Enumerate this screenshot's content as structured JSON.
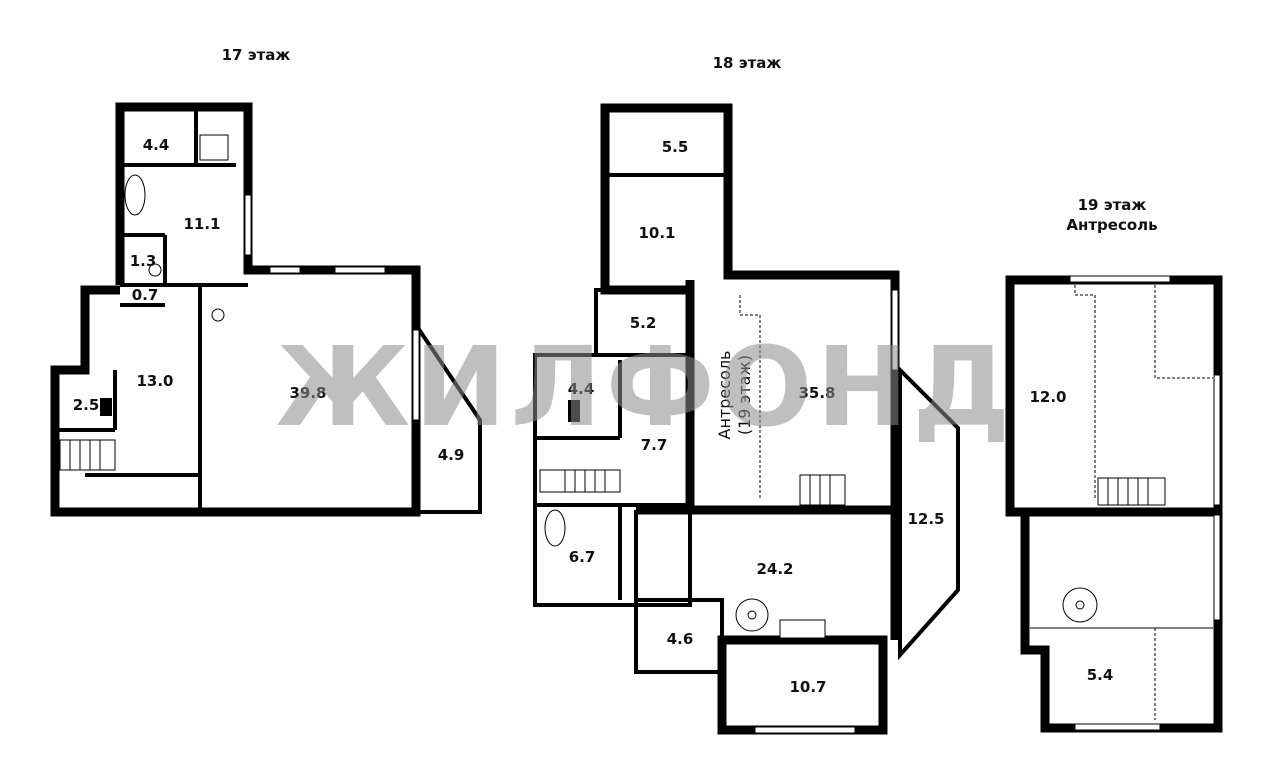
{
  "floors": [
    {
      "title": "17 этаж",
      "rooms": [
        "4.4",
        "11.1",
        "1.3",
        "0.7",
        "13.0",
        "2.5",
        "39.8",
        "4.9"
      ]
    },
    {
      "title": "18 этаж",
      "rooms": [
        "5.5",
        "10.1",
        "5.2",
        "4.4",
        "7.7",
        "35.8",
        "6.7",
        "24.2",
        "12.5",
        "4.6",
        "10.7"
      ],
      "mezzanine_note": [
        "Антресоль",
        "(19 этаж)"
      ]
    },
    {
      "title": [
        "19 этаж",
        "Антресоль"
      ],
      "rooms": [
        "12.0",
        "5.4"
      ]
    }
  ],
  "watermark": "ЖИЛФОНД"
}
